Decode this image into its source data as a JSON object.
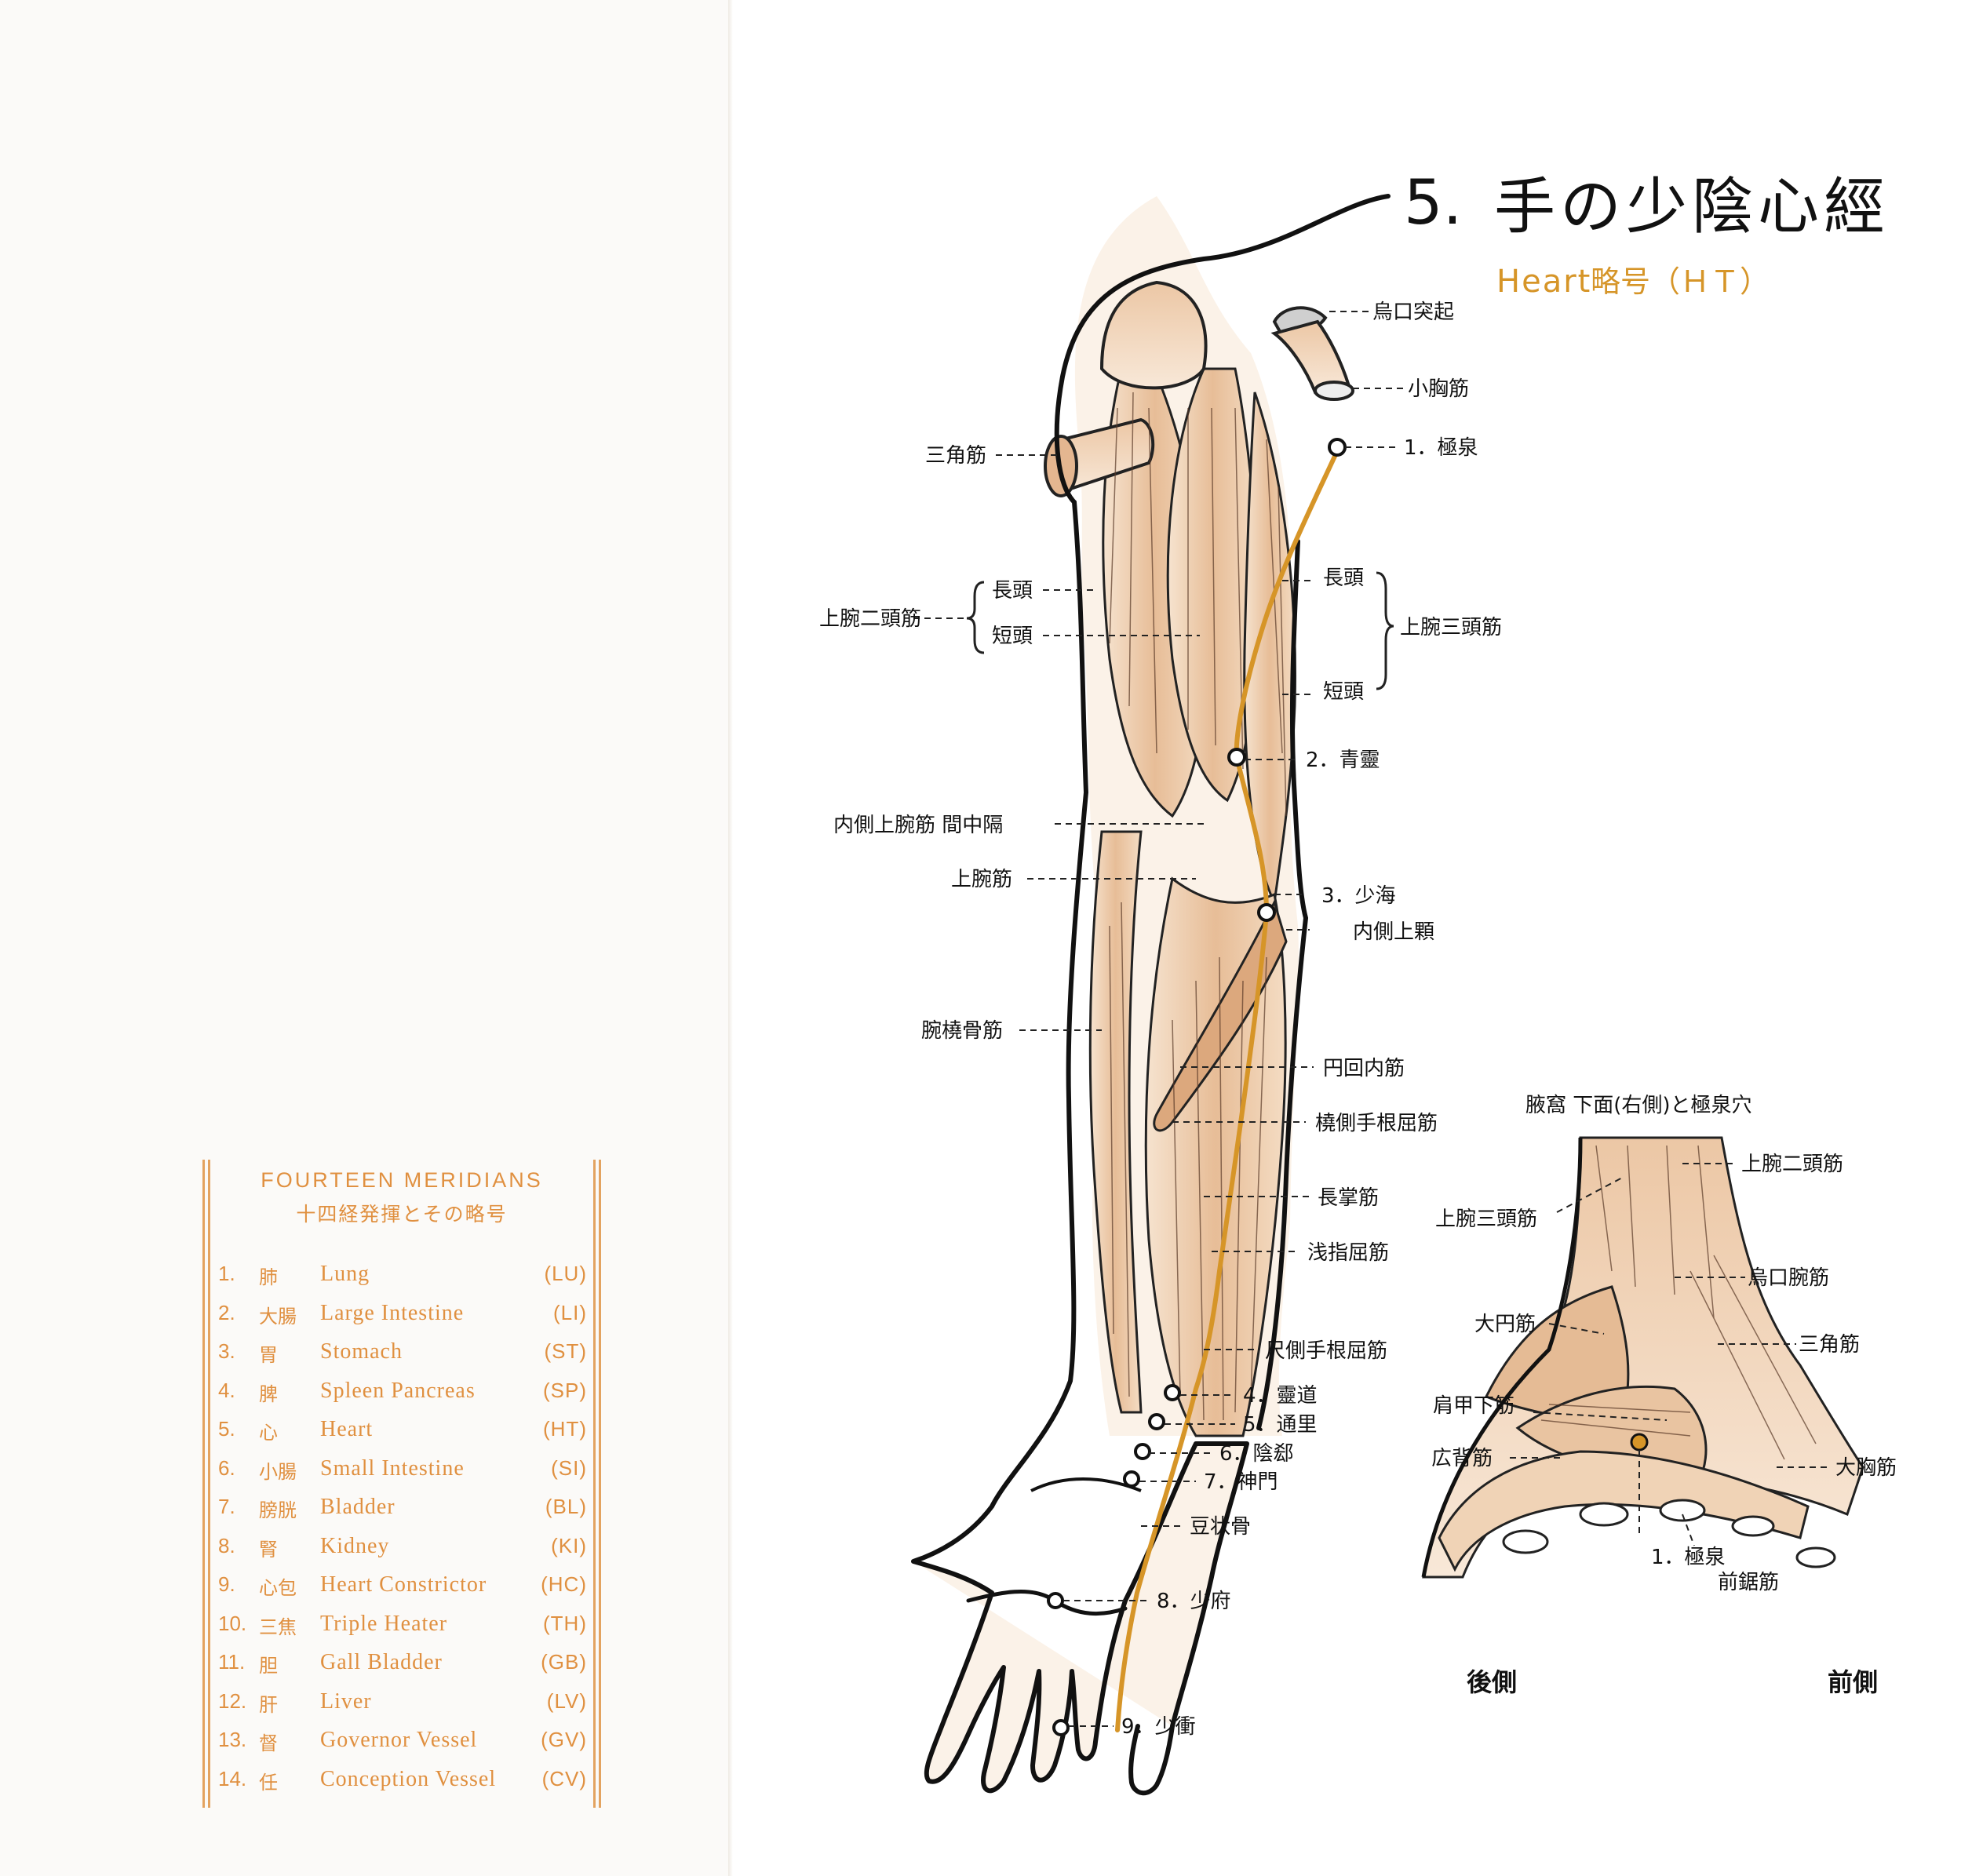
{
  "title": {
    "number": "5.",
    "japanese": "手の少陰心經",
    "english": "Heart",
    "abbr_label": "略号（ＨＴ）"
  },
  "colors": {
    "meridian": "#d69528",
    "legend": "#e09040",
    "muscle_light": "#f3dcc2",
    "muscle_dark": "#d9a882",
    "ink": "#111111"
  },
  "arm_labels": {
    "coracoid": "烏口突起",
    "pectoralis_minor": "小胸筋",
    "deltoid": "三角筋",
    "long_head": "長頭",
    "short_head": "短頭",
    "biceps": "上腕二頭筋",
    "triceps": "上腕三頭筋",
    "triceps_long": "長頭",
    "triceps_short": "短頭",
    "septum": "内側上腕筋 間中隔",
    "brachialis": "上腕筋",
    "medial_epicondyle": "内側上顆",
    "brachioradialis": "腕橈骨筋",
    "pronator_teres": "円回内筋",
    "fcr": "橈側手根屈筋",
    "palmaris_longus": "長掌筋",
    "fds": "浅指屈筋",
    "fcu": "尺側手根屈筋",
    "pisiform": "豆状骨"
  },
  "points": [
    {
      "label": "1．極泉"
    },
    {
      "label": "2．青靈"
    },
    {
      "label": "3．少海"
    },
    {
      "label": "4．靈道"
    },
    {
      "label": "5．通里"
    },
    {
      "label": "6．陰郄"
    },
    {
      "label": "7．神門"
    },
    {
      "label": "8．少府"
    },
    {
      "label": "9．少衝"
    }
  ],
  "axilla": {
    "title": "腋窩 下面(右側)と極泉穴",
    "labels": {
      "biceps": "上腕二頭筋",
      "triceps": "上腕三頭筋",
      "coracobrachialis": "烏口腕筋",
      "teres_major": "大円筋",
      "deltoid": "三角筋",
      "subscapularis": "肩甲下筋",
      "latissimus": "広背筋",
      "pectoralis_major": "大胸筋",
      "point": "1．極泉",
      "serratus": "前鋸筋",
      "posterior": "後側",
      "anterior": "前側"
    }
  },
  "legend": {
    "title_en": "FOURTEEN MERIDIANS",
    "title_jp": "十四経発揮とその略号",
    "items": [
      {
        "num": "1.",
        "jp": "肺",
        "en": "Lung",
        "abbr": "(LU)"
      },
      {
        "num": "2.",
        "jp": "大腸",
        "en": "Large Intestine",
        "abbr": "(LI)"
      },
      {
        "num": "3.",
        "jp": "胃",
        "en": "Stomach",
        "abbr": "(ST)"
      },
      {
        "num": "4.",
        "jp": "脾",
        "en": "Spleen Pancreas",
        "abbr": "(SP)"
      },
      {
        "num": "5.",
        "jp": "心",
        "en": "Heart",
        "abbr": "(HT)"
      },
      {
        "num": "6.",
        "jp": "小腸",
        "en": "Small Intestine",
        "abbr": "(SI)"
      },
      {
        "num": "7.",
        "jp": "膀胱",
        "en": "Bladder",
        "abbr": "(BL)"
      },
      {
        "num": "8.",
        "jp": "腎",
        "en": "Kidney",
        "abbr": "(KI)"
      },
      {
        "num": "9.",
        "jp": "心包",
        "en": "Heart Constrictor",
        "abbr": "(HC)"
      },
      {
        "num": "10.",
        "jp": "三焦",
        "en": "Triple Heater",
        "abbr": "(TH)"
      },
      {
        "num": "11.",
        "jp": "胆",
        "en": "Gall Bladder",
        "abbr": "(GB)"
      },
      {
        "num": "12.",
        "jp": "肝",
        "en": "Liver",
        "abbr": "(LV)"
      },
      {
        "num": "13.",
        "jp": "督",
        "en": "Governor Vessel",
        "abbr": "(GV)"
      },
      {
        "num": "14.",
        "jp": "任",
        "en": "Conception Vessel",
        "abbr": "(CV)"
      }
    ]
  }
}
